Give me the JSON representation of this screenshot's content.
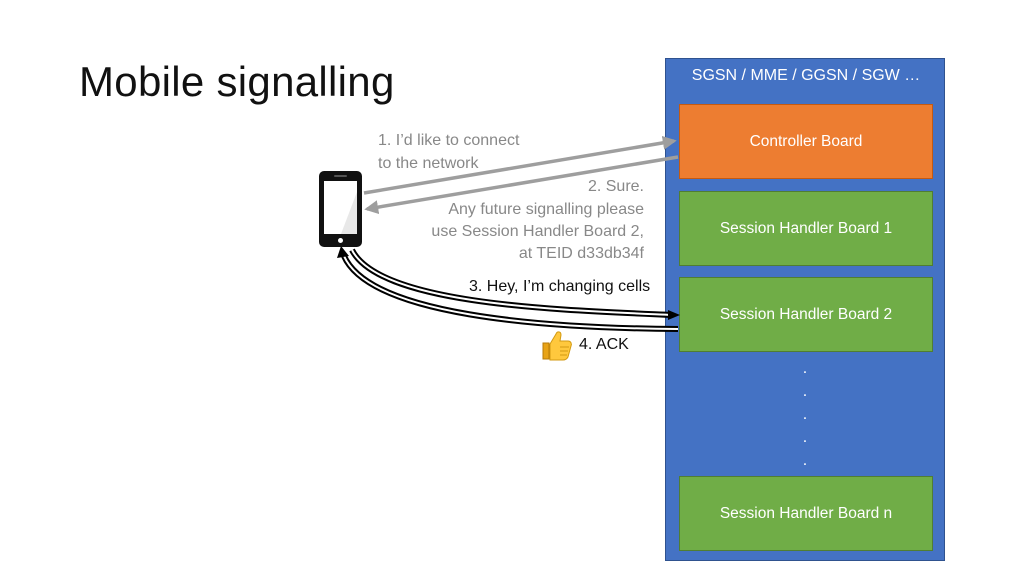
{
  "slide": {
    "title": "Mobile signalling"
  },
  "network_node": {
    "title": "SGSN / MME / GGSN / SGW …",
    "boards": [
      {
        "label": "Controller Board",
        "kind": "controller"
      },
      {
        "label": "Session Handler Board 1",
        "kind": "session"
      },
      {
        "label": "Session Handler Board 2",
        "kind": "session"
      },
      {
        "label": "Session Handler Board n",
        "kind": "session"
      }
    ],
    "ellipsis_dots": [
      ".",
      ".",
      ".",
      ".",
      "."
    ]
  },
  "messages": {
    "msg1": {
      "line1": "1. I’d like to connect",
      "line2": "to the network"
    },
    "msg2": {
      "line1": "2. Sure.",
      "line2": "Any future signalling please",
      "line3": "use Session Handler Board 2,",
      "line4": "at TEID d33db34f"
    },
    "msg3": "3. Hey, I’m changing cells",
    "msg4": "4. ACK"
  },
  "icons": {
    "phone": "mobile-phone-icon",
    "ack": "thumbs-up-icon"
  },
  "colors": {
    "panel": "#4472c4",
    "controller": "#ed7d31",
    "session": "#70ad47",
    "gray_arrow": "#9e9e9e",
    "dark_arrow": "#000000"
  }
}
